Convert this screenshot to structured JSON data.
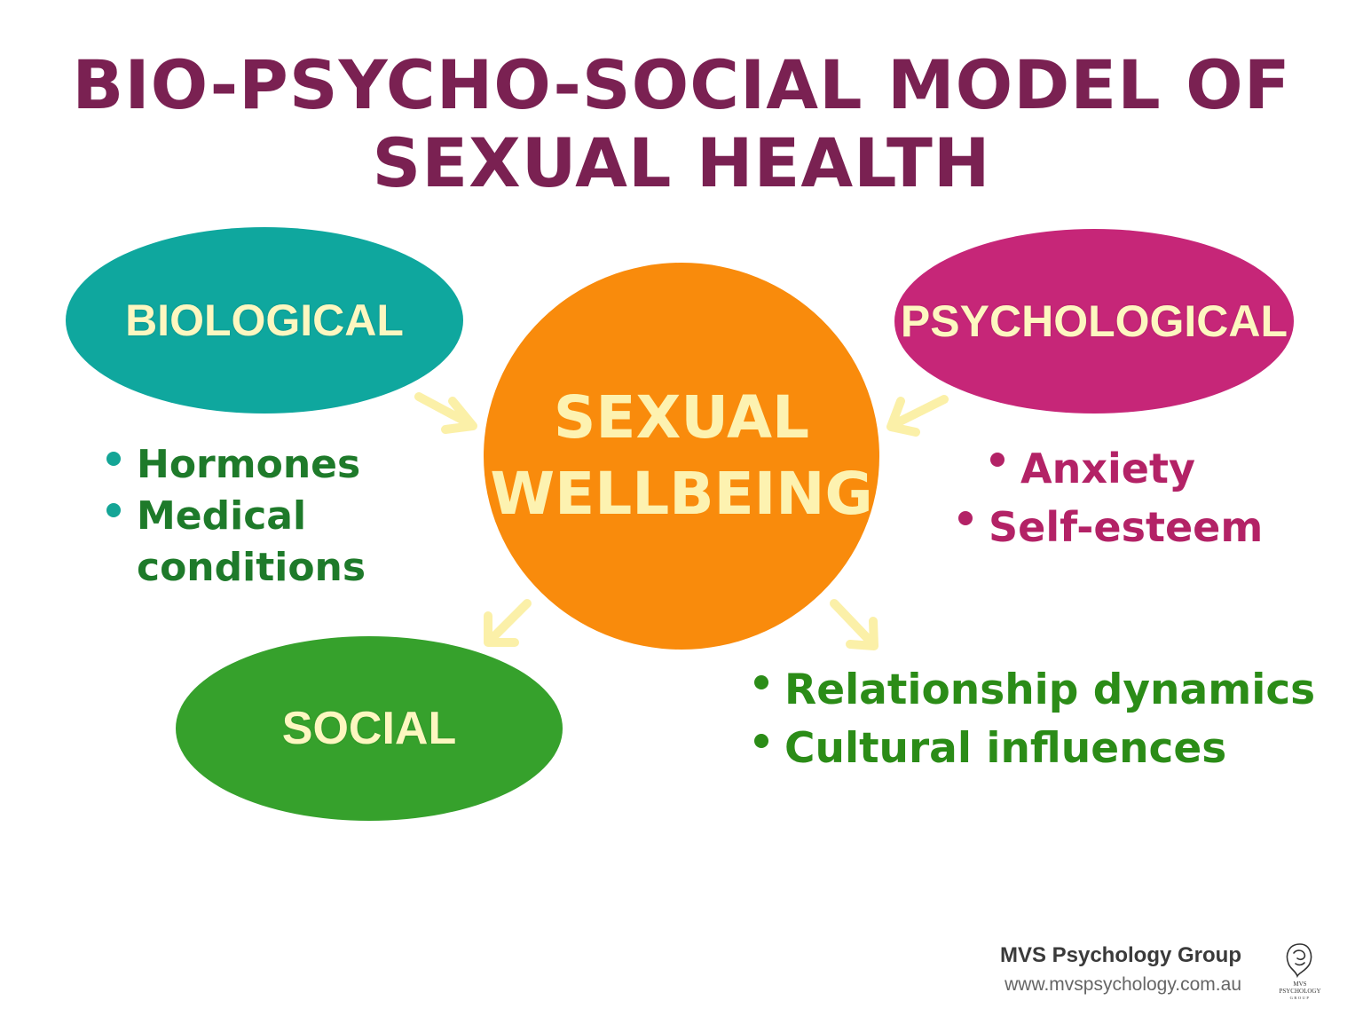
{
  "title": {
    "line1": "BIO-PSYCHO-SOCIAL MODEL OF",
    "line2": "SEXUAL HEALTH"
  },
  "center": {
    "line1": "SEXUAL",
    "line2": "WELLBEING",
    "color": "#f98b0c"
  },
  "biological": {
    "label": "BIOLOGICAL",
    "color": "#0fa79e",
    "items": [
      "Hormones",
      "Medical conditions"
    ]
  },
  "psychological": {
    "label": "PSYCHOLOGICAL",
    "color": "#c62678",
    "items": [
      "Anxiety",
      "Self-esteem"
    ]
  },
  "social": {
    "label": "SOCIAL",
    "color": "#36a12c",
    "items": [
      "Relationship dynamics",
      "Cultural influences"
    ]
  },
  "arrow_color": "#fbf0a8",
  "brand": {
    "name": "MVS Psychology Group",
    "url": "www.mvspsychology.com.au",
    "logo_text": "MVS PSYCHOLOGY GROUP"
  }
}
